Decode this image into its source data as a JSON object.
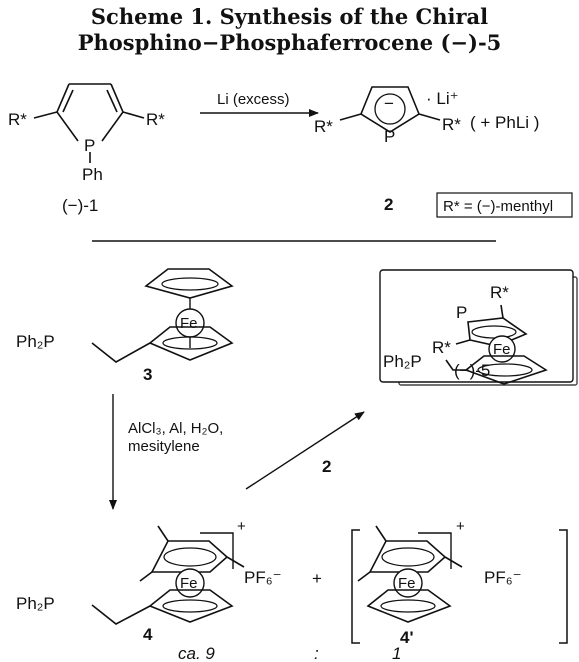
{
  "scheme": {
    "title_line1": "Scheme 1.  Synthesis of the Chiral",
    "title_line2": "Phosphino−Phosphaferrocene (−)-5"
  },
  "step1": {
    "reagent": "Li (excess)",
    "byproduct": "( + PhLi )",
    "definition": "R* = (−)-menthyl"
  },
  "compound1": {
    "label": "(−)-1",
    "substituent_left": "R*",
    "substituent_right": "R*",
    "heteroatom": "P",
    "phenyl": "Ph"
  },
  "compound2": {
    "label": "2",
    "substituent_left": "R*",
    "substituent_right": "R*",
    "heteroatom": "P",
    "charge": "−",
    "counterion": "· Li⁺"
  },
  "compound3": {
    "label": "3",
    "metal": "Fe",
    "phosphine": "Ph₂P"
  },
  "step2": {
    "line1": "AlCl₃, Al, H₂O,",
    "line2": "mesitylene"
  },
  "step3": {
    "reagent": "2"
  },
  "compound4": {
    "label": "4",
    "metal": "Fe",
    "phosphine": "Ph₂P",
    "counterion": "PF₆⁻",
    "charge": "+"
  },
  "compound4p": {
    "label": "4'",
    "metal": "Fe",
    "counterion": "PF₆⁻",
    "charge": "+"
  },
  "plus_sign": "+",
  "ratio": {
    "left": "ca. 9",
    "colon": ":",
    "right": "1"
  },
  "compound5": {
    "label": "(−)-5",
    "metal": "Fe",
    "phosphine": "Ph₂P",
    "heteroatom": "P",
    "substituent_top": "R*",
    "substituent_left": "R*"
  }
}
